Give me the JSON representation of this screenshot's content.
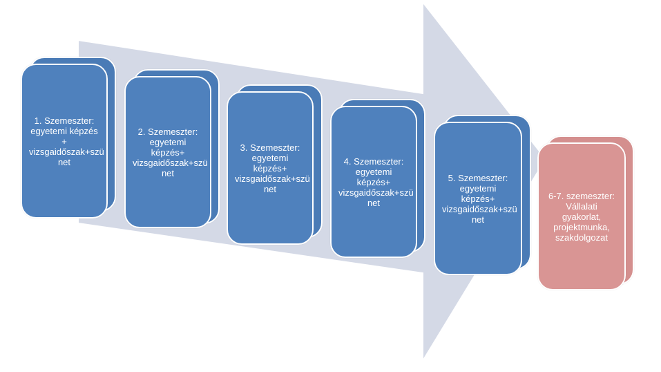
{
  "colors": {
    "arrow": "#d4d9e6",
    "semester_card": "#4f81bd",
    "final_card": "#d99594",
    "text": "#ffffff"
  },
  "steps": [
    {
      "label": "1. Szemeszter:\negyetemi képzés\n+\nvizsgaidőszak+szü\nnet"
    },
    {
      "label": "2. Szemeszter:\negyetemi képzés+\nvizsgaidőszak+szü\nnet"
    },
    {
      "label": "3. Szemeszter:\negyetemi képzés+\nvizsgaidőszak+szü\nnet"
    },
    {
      "label": "4. Szemeszter:\negyetemi képzés+\nvizsgaidőszak+szü\nnet"
    },
    {
      "label": "5. Szemeszter:\negyetemi képzés+\nvizsgaidőszak+szü\nnet"
    },
    {
      "label": "6-7. szemeszter:\nVállalati\ngyakorlat,\nprojektmunka,\nszakdolgozat"
    }
  ]
}
